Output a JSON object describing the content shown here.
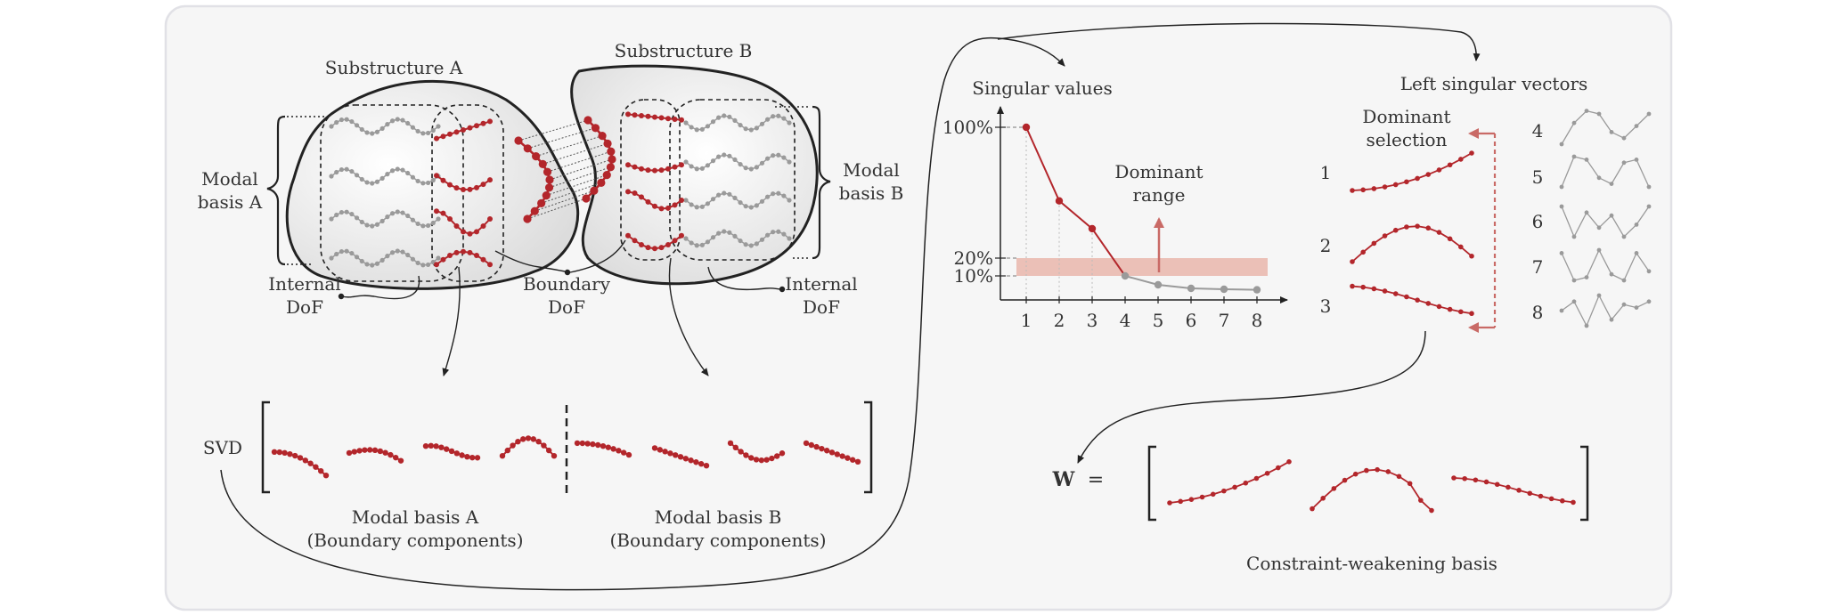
{
  "colors": {
    "accent": "#b3262b",
    "gray_curve": "#9a9a9a",
    "band": "#e9b6ab",
    "arrow_pink": "#c96a66",
    "panel_bg": "#f6f6f6",
    "panel_border": "#e1e1e6",
    "shape_fill": "#e8e8e8",
    "ink": "#222222"
  },
  "substructures": {
    "a_title": "Substructure A",
    "b_title": "Substructure B",
    "modal_a_line1": "Modal",
    "modal_a_line2": "basis A",
    "modal_b_line1": "Modal",
    "modal_b_line2": "basis B",
    "internal_a_line1": "Internal",
    "internal_a_line2": "DoF",
    "boundary_line1": "Boundary",
    "boundary_line2": "DoF",
    "internal_b_line1": "Internal",
    "internal_b_line2": "DoF"
  },
  "svd": {
    "label": "SVD",
    "basis_a_line1": "Modal basis A",
    "basis_a_line2": "(Boundary components)",
    "basis_b_line1": "Modal basis B",
    "basis_b_line2": "(Boundary components)"
  },
  "singular_vectors": {
    "title": "Left singular vectors",
    "dominant_line1": "Dominant",
    "dominant_line2": "selection",
    "dominant_indices": [
      "1",
      "2",
      "3"
    ],
    "other_indices": [
      "4",
      "5",
      "6",
      "7",
      "8"
    ]
  },
  "result": {
    "w_symbol": "W",
    "equals": "=",
    "caption": "Constraint-weakening basis"
  },
  "chart_data": {
    "type": "line",
    "title": "Singular values",
    "x": [
      1,
      2,
      3,
      4,
      5,
      6,
      7,
      8
    ],
    "values": [
      100,
      55,
      38,
      10,
      5,
      3,
      2.5,
      2.2
    ],
    "dominant_count": 3,
    "x_ticks": [
      "1",
      "2",
      "3",
      "4",
      "5",
      "6",
      "7",
      "8"
    ],
    "y_ticks": [
      "100%",
      "20%",
      "10%"
    ],
    "y_tick_values": [
      100,
      20,
      10
    ],
    "band": [
      10,
      20
    ],
    "annotation_line1": "Dominant",
    "annotation_line2": "range",
    "ylim": [
      0,
      110
    ]
  }
}
